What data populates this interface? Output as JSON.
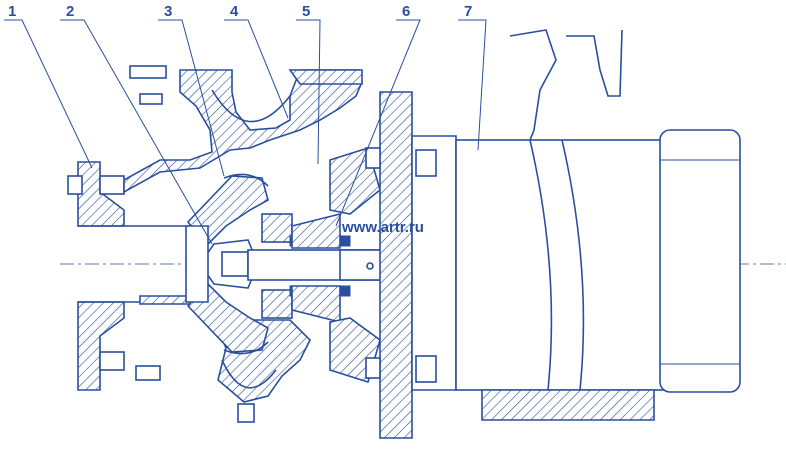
{
  "callouts": [
    {
      "id": "1",
      "label": "1"
    },
    {
      "id": "2",
      "label": "2"
    },
    {
      "id": "3",
      "label": "3"
    },
    {
      "id": "4",
      "label": "4"
    },
    {
      "id": "5",
      "label": "5"
    },
    {
      "id": "6",
      "label": "6"
    },
    {
      "id": "7",
      "label": "7"
    }
  ],
  "watermark": "www.artr.ru",
  "colors": {
    "ink": "#2a4f9e",
    "paper": "#ffffff"
  }
}
